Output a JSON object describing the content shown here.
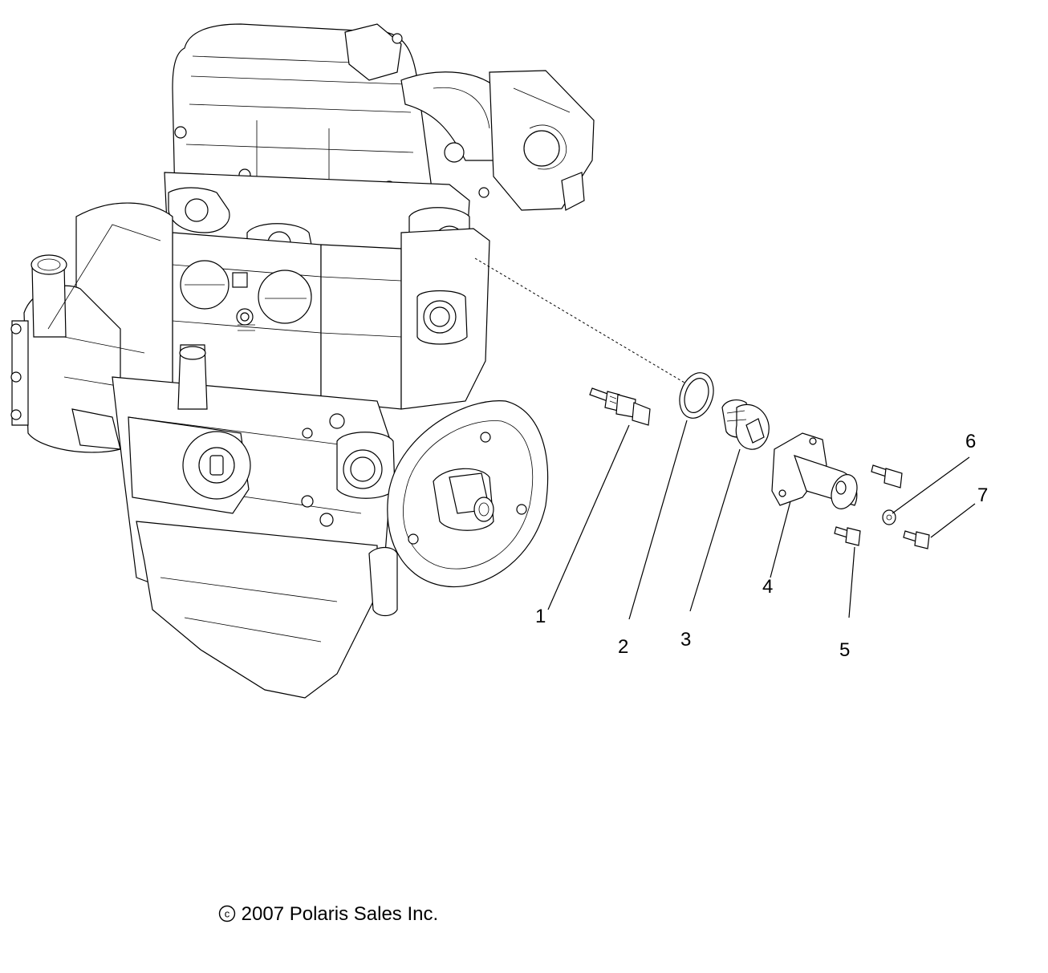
{
  "diagram": {
    "callouts": [
      {
        "number": "1"
      },
      {
        "number": "2"
      },
      {
        "number": "3"
      },
      {
        "number": "4"
      },
      {
        "number": "5"
      },
      {
        "number": "6"
      },
      {
        "number": "7"
      }
    ],
    "engine_label_line1": "",
    "copyright": "2007 Polaris Sales Inc.",
    "copyright_symbol": "c"
  },
  "colors": {
    "line": "#000000",
    "background": "#ffffff"
  }
}
